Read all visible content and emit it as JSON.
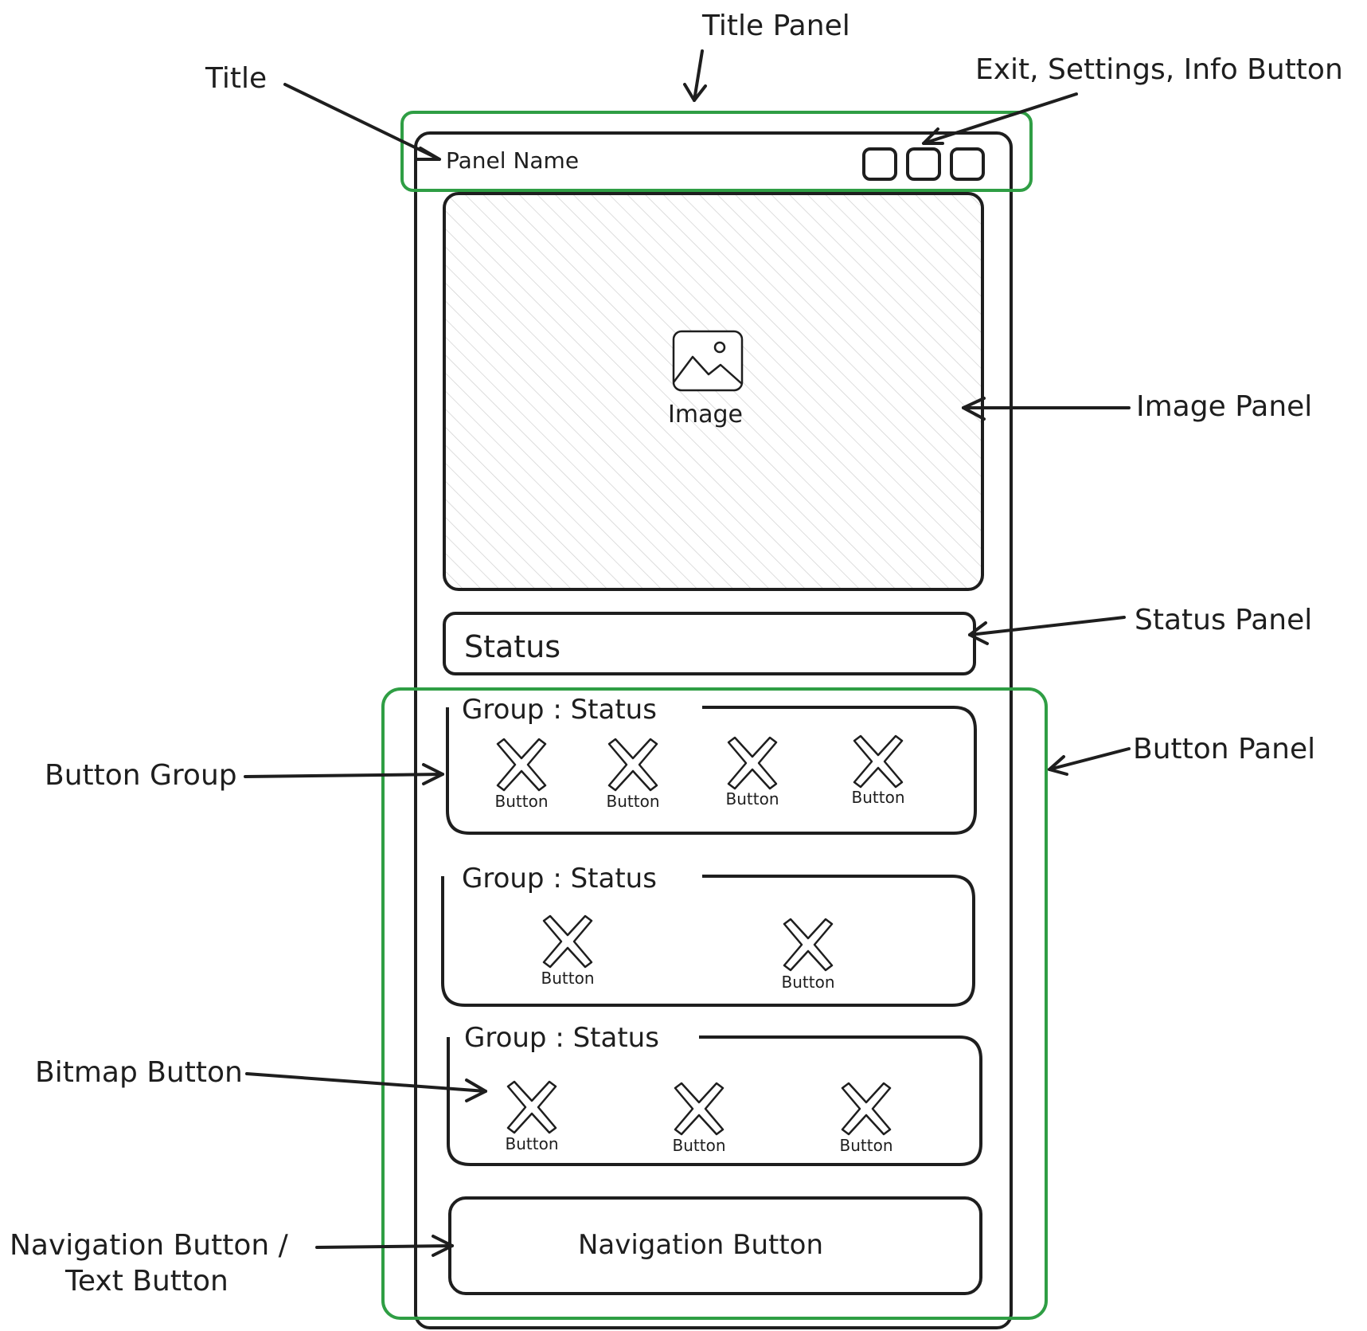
{
  "annotations": {
    "title_panel": "Title Panel",
    "title": "Title",
    "exit_settings_info": "Exit, Settings, Info Button",
    "image_panel": "Image Panel",
    "status_panel": "Status Panel",
    "button_panel": "Button Panel",
    "button_group": "Button Group",
    "bitmap_button": "Bitmap Button",
    "navigation_line1": "Navigation Button /",
    "navigation_line2": "Text Button"
  },
  "panel": {
    "name": "Panel Name",
    "image_label": "Image",
    "status": "Status",
    "navigation_button": "Navigation Button"
  },
  "groups": [
    {
      "label": "Group : Status",
      "buttons": [
        "Button",
        "Button",
        "Button",
        "Button"
      ]
    },
    {
      "label": "Group : Status",
      "buttons": [
        "Button",
        "Button"
      ]
    },
    {
      "label": "Group : Status",
      "buttons": [
        "Button",
        "Button",
        "Button"
      ]
    }
  ],
  "colors": {
    "stroke": "#1e1e1e",
    "highlight": "#2f9e44",
    "hatch": "#c8c8c8"
  }
}
